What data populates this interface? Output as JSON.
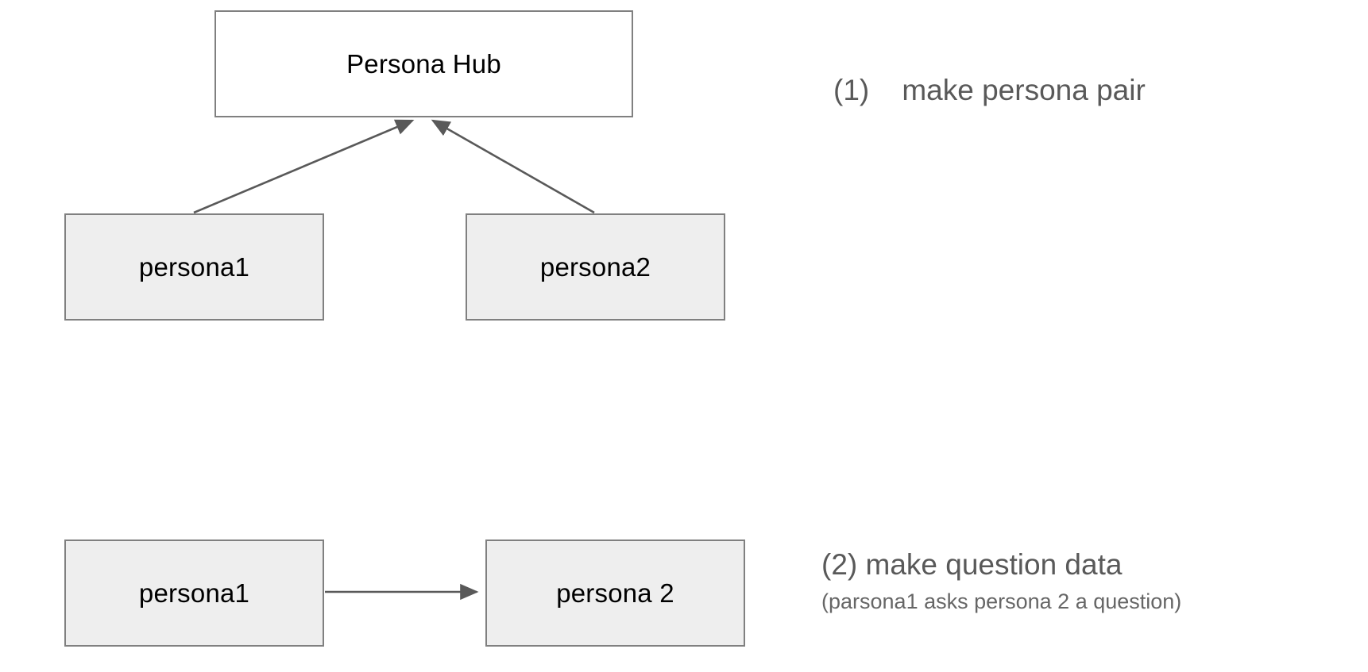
{
  "diagram": {
    "nodes": {
      "hub": {
        "label": "Persona Hub",
        "fill": "#ffffff",
        "stroke": "#808080"
      },
      "persona1_top": {
        "label": "persona1",
        "fill": "#eeeeee",
        "stroke": "#808080"
      },
      "persona2_top": {
        "label": "persona2",
        "fill": "#eeeeee",
        "stroke": "#808080"
      },
      "persona1_bottom": {
        "label": "persona1",
        "fill": "#eeeeee",
        "stroke": "#808080"
      },
      "persona2_bottom": {
        "label": "persona 2",
        "fill": "#eeeeee",
        "stroke": "#808080"
      }
    },
    "edges": [
      {
        "name": "persona1-to-hub",
        "from": "persona1_top",
        "to": "hub",
        "arrow": "end"
      },
      {
        "name": "persona2-to-hub",
        "from": "persona2_top",
        "to": "hub",
        "arrow": "end"
      },
      {
        "name": "persona1-to-persona2",
        "from": "persona1_bottom",
        "to": "persona2_bottom",
        "arrow": "end"
      }
    ],
    "edge_color": "#595959"
  },
  "annotations": {
    "step1": "(1)    make persona pair",
    "step2_title": "(2) make question data",
    "step2_subtitle": "(parsona1 asks persona 2 a question)",
    "text_color": "#595959"
  }
}
